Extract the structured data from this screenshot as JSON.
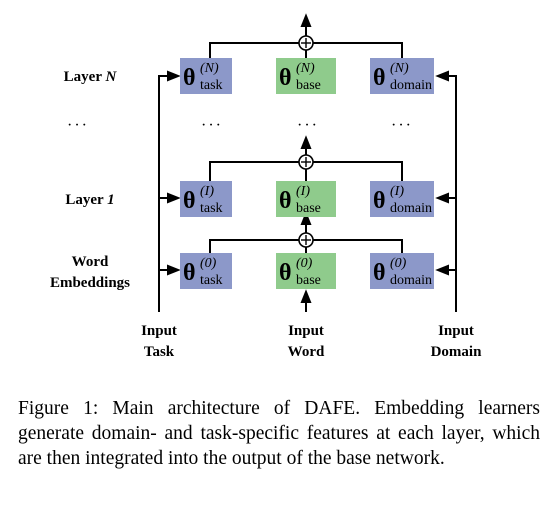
{
  "diagram": {
    "row_labels": {
      "layer_n_prefix": "Layer ",
      "layer_n_var": "N",
      "layer_1_prefix": "Layer ",
      "layer_1_var": "1",
      "word_line1": "Word",
      "word_line2": "Embeddings"
    },
    "ellipsis": "···",
    "theta_symbol": "θ",
    "rows": [
      {
        "superscript": "(N)",
        "nodes": [
          {
            "sub": "task",
            "color": "#8c98c9"
          },
          {
            "sub": "base",
            "color": "#8fcb8c"
          },
          {
            "sub": "domain",
            "color": "#8c98c9"
          }
        ]
      },
      {
        "superscript": "(I)",
        "nodes": [
          {
            "sub": "task",
            "color": "#8c98c9"
          },
          {
            "sub": "base",
            "color": "#8fcb8c"
          },
          {
            "sub": "domain",
            "color": "#8c98c9"
          }
        ]
      },
      {
        "superscript": "(0)",
        "nodes": [
          {
            "sub": "task",
            "color": "#8c98c9"
          },
          {
            "sub": "base",
            "color": "#8fcb8c"
          },
          {
            "sub": "domain",
            "color": "#8c98c9"
          }
        ]
      }
    ],
    "inputs": {
      "task_line1": "Input",
      "task_line2": "Task",
      "word_line1": "Input",
      "word_line2": "Word",
      "domain_line1": "Input",
      "domain_line2": "Domain"
    },
    "colors": {
      "task_box": "#8c98c9",
      "base_box": "#8fcb8c"
    }
  },
  "caption": "Figure 1:  Main architecture of DAFE. Embedding learners generate domain- and task-specific features at each layer, which are then integrated into the output of the base network."
}
